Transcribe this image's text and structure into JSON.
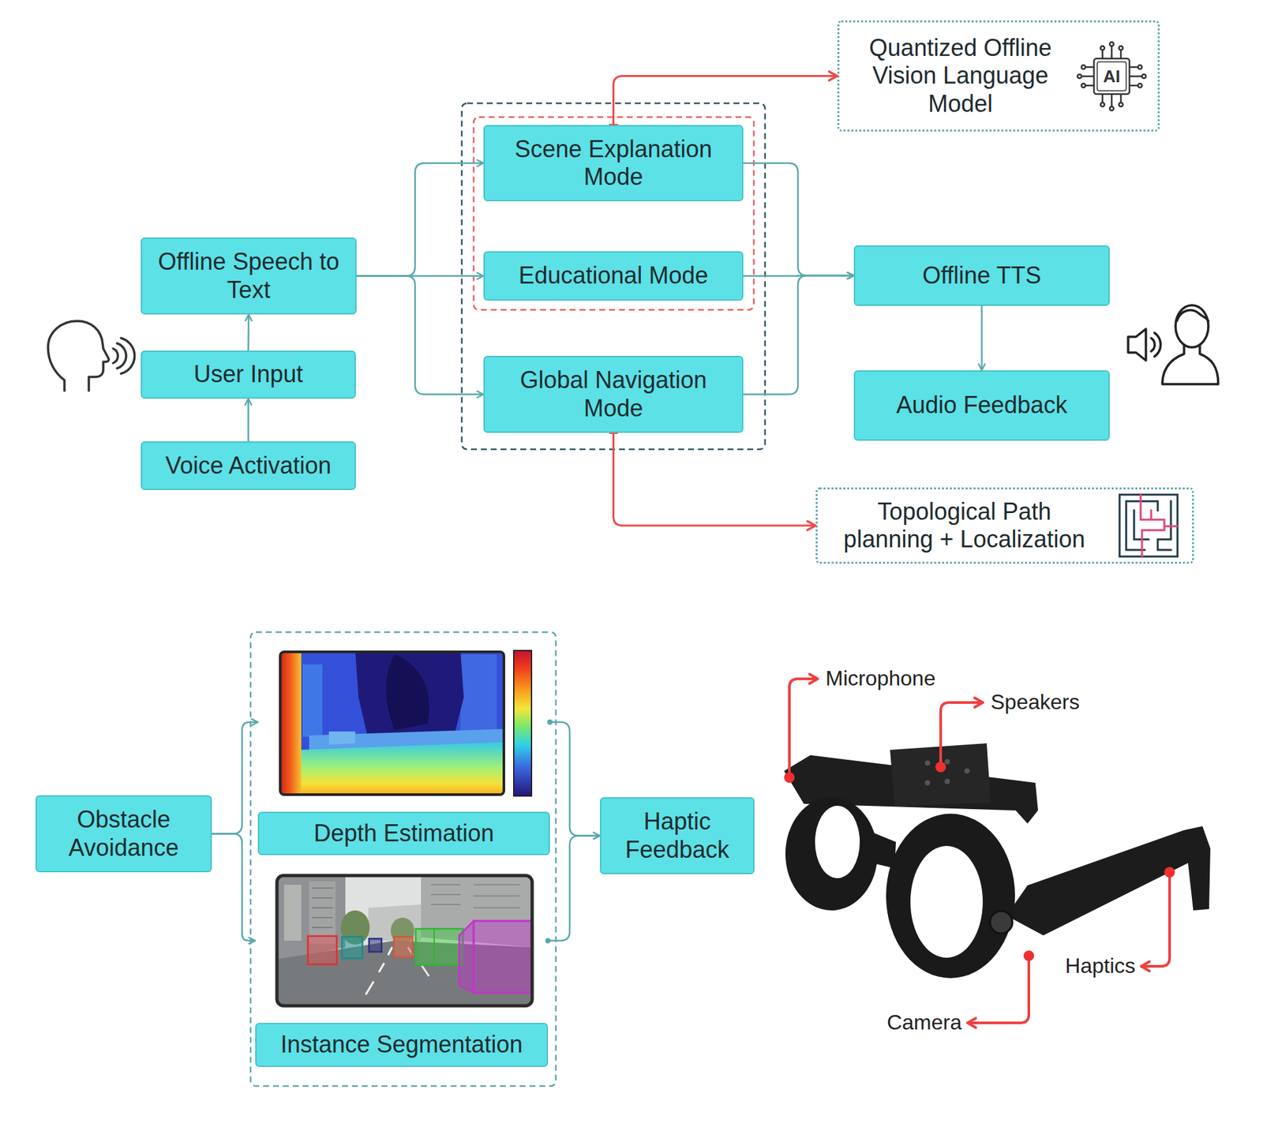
{
  "diagram": {
    "nodes": [
      {
        "text": [
          "Quantized Offline Vision Language Model"
        ]
      },
      {
        "text": [
          "Offline Speech to Text"
        ]
      },
      {
        "text": [
          "Scene Explanation Mode"
        ]
      },
      {
        "text": [
          "Educational Mode"
        ]
      },
      {
        "text": [
          "Offline TTS"
        ]
      },
      {
        "text": [
          "User Input"
        ]
      },
      {
        "text": [
          "Global Navigation Mode"
        ]
      },
      {
        "text": [
          "Audio Feedback"
        ]
      },
      {
        "text": [
          "Voice Activation"
        ]
      },
      {
        "text": [
          "Topological Path planning + Localization"
        ]
      },
      {
        "text": [
          "Obstacle Avoidance"
        ]
      },
      {
        "text": [
          "Depth Estimation"
        ]
      },
      {
        "text": [
          "Haptic Feedback"
        ]
      },
      {
        "text": [
          "Instance Segmentation"
        ]
      }
    ],
    "edges": [
      {
        "from": 8,
        "to": 5,
        "arrow": "to"
      },
      {
        "from": 5,
        "to": 1,
        "arrow": "to"
      },
      {
        "from": 1,
        "to": 2,
        "arrow": "to"
      },
      {
        "from": 1,
        "to": 3,
        "arrow": "to"
      },
      {
        "from": 1,
        "to": 6,
        "arrow": "to"
      },
      {
        "from": 2,
        "to": 4,
        "arrow": "to"
      },
      {
        "from": 3,
        "to": 4,
        "arrow": "to"
      },
      {
        "from": 6,
        "to": 4,
        "arrow": "to"
      },
      {
        "from": 4,
        "to": 7,
        "arrow": "to"
      },
      {
        "from": 2,
        "to": 0,
        "arrow": "to"
      },
      {
        "from": 6,
        "to": 9,
        "arrow": "to"
      },
      {
        "from": 10,
        "to": 11,
        "arrow": "to"
      },
      {
        "from": 10,
        "to": 13,
        "arrow": "to"
      },
      {
        "from": 11,
        "to": 12,
        "arrow": "to"
      },
      {
        "from": 13,
        "to": 12,
        "arrow": "to"
      }
    ],
    "labels": [
      "AI",
      "Microphone",
      "Speakers",
      "Haptics",
      "Camera"
    ]
  }
}
